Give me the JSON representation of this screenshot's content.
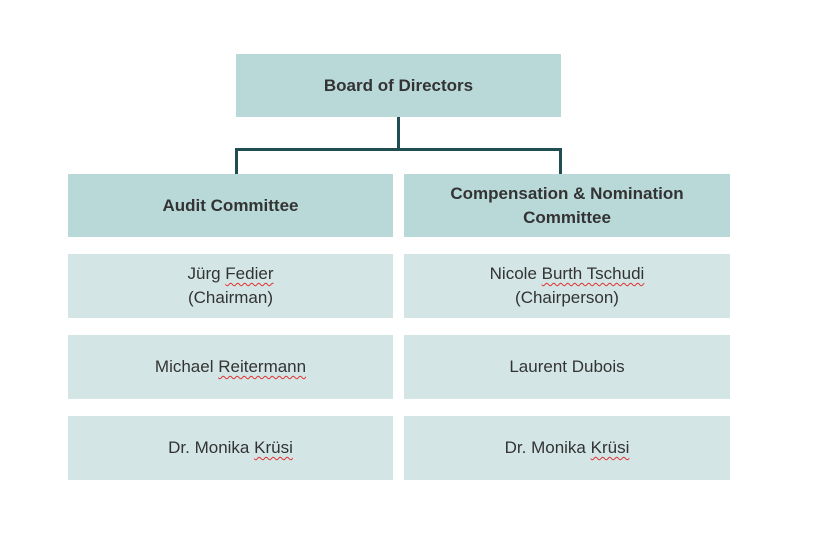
{
  "board": {
    "title": "Board of Directors"
  },
  "committees": [
    {
      "title_line1": "Audit Committee",
      "title_line2": "",
      "members": [
        {
          "pre": "Jürg ",
          "err": "Fedier",
          "role": "(Chairman)"
        },
        {
          "pre": "Michael ",
          "err": "Reitermann",
          "role": ""
        },
        {
          "pre": "Dr. Monika ",
          "err": "Krüsi",
          "role": ""
        }
      ]
    },
    {
      "title_line1": "Compensation & Nomination",
      "title_line2": "Committee",
      "members": [
        {
          "pre": "Nicole ",
          "err": "Burth Tschudi",
          "role": "(Chairperson)"
        },
        {
          "pre": "Laurent Dubois",
          "err": "",
          "role": ""
        },
        {
          "pre": "Dr. Monika ",
          "err": "Krüsi",
          "role": ""
        }
      ]
    }
  ],
  "colors": {
    "header": "#b9d9d9",
    "member": "#d3e6e5",
    "connector": "#1f4d52"
  }
}
